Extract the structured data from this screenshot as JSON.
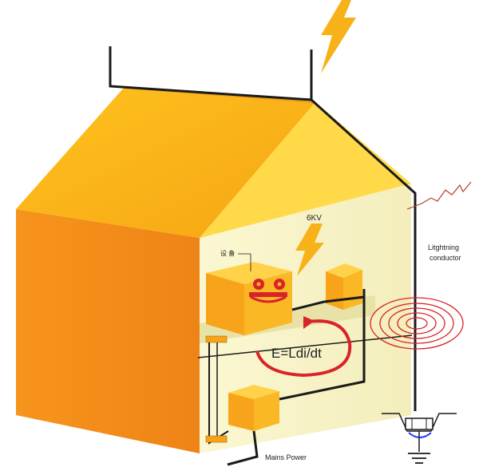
{
  "labels": {
    "voltage": "6KV",
    "equipment": "设 备",
    "conductor_line1": "Litghtning",
    "conductor_line2": "conductor",
    "formula": "E=Ldi/dt",
    "mains": "Mains Power"
  },
  "colors": {
    "roof": "#F8B41A",
    "roof_right": "#FFD84A",
    "wall_front": "#F29A1B",
    "wall_interior": "#F7F4C8",
    "box": "#F8B81C",
    "wire": "#1a1a1a",
    "accent_red": "#D9232A",
    "bolt": "#F7B21A"
  }
}
